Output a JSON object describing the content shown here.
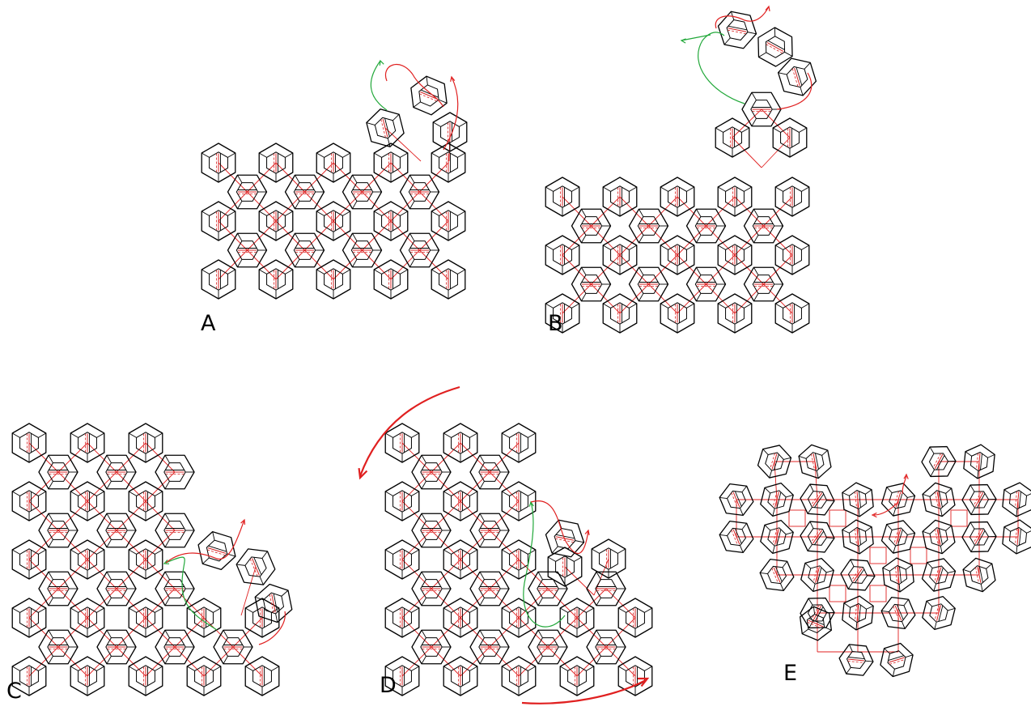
{
  "figure": {
    "background": "#ffffff",
    "bond_color": "#e02020",
    "path_color_red": "#e02020",
    "path_color_green": "#22a83a",
    "panels": [
      {
        "id": "A",
        "label": "A"
      },
      {
        "id": "B",
        "label": "B"
      },
      {
        "id": "C",
        "label": "C"
      },
      {
        "id": "D",
        "label": "D"
      },
      {
        "id": "E",
        "label": "E"
      }
    ]
  }
}
